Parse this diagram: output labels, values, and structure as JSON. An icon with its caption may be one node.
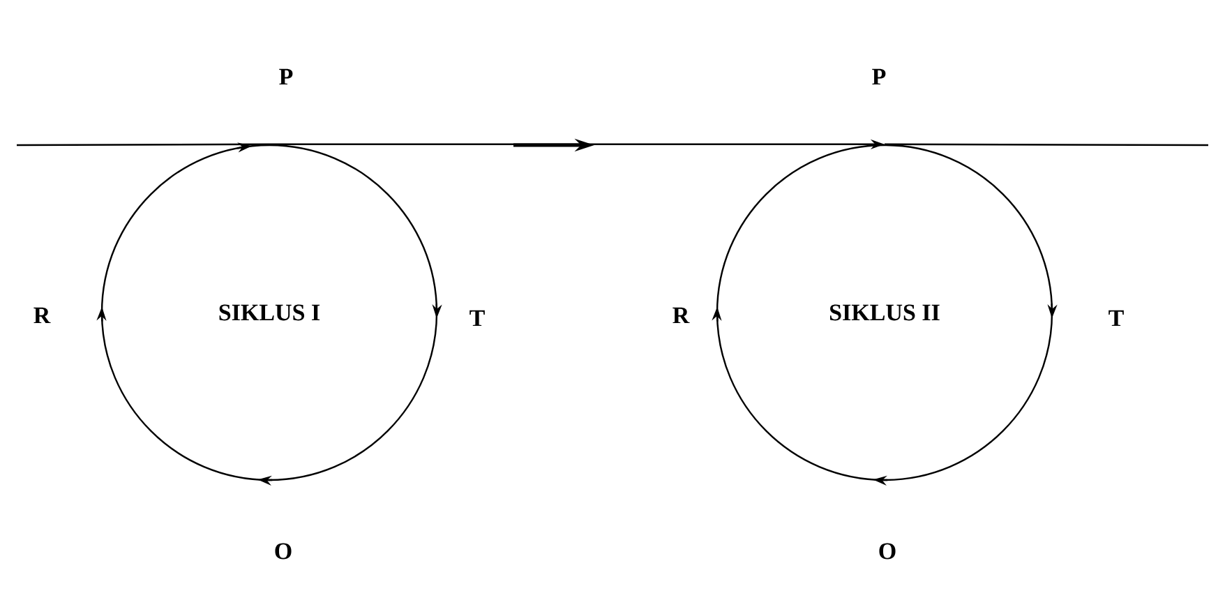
{
  "diagram": {
    "nodes": [
      {
        "text": [
          "SIKLUS I"
        ]
      },
      {
        "text": [
          "SIKLUS II"
        ]
      }
    ],
    "edges": [
      {
        "from": 0,
        "to": 1,
        "arrow": "to"
      }
    ],
    "labels": [
      "P",
      "P",
      "R",
      "T",
      "R",
      "T",
      "O",
      "O"
    ]
  }
}
